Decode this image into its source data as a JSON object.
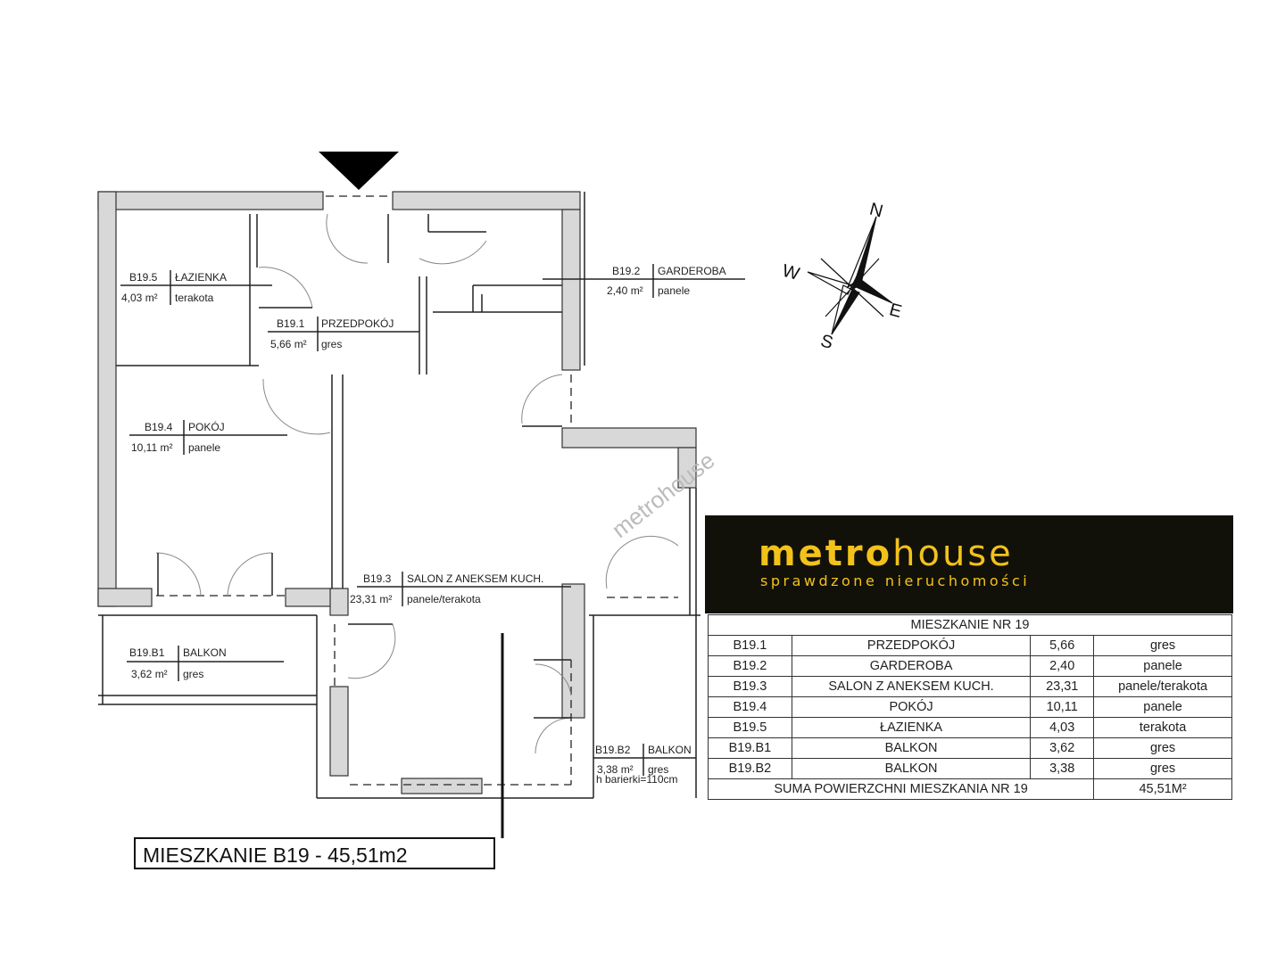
{
  "rooms": [
    {
      "id": "B19.1",
      "name": "PRZEDPOKÓJ",
      "area": "5,66 m²",
      "floor": "gres"
    },
    {
      "id": "B19.2",
      "name": "GARDEROBA",
      "area": "2,40 m²",
      "floor": "panele"
    },
    {
      "id": "B19.3",
      "name": "SALON Z ANEKSEM KUCH.",
      "area": "23,31 m²",
      "floor": "panele/terakota"
    },
    {
      "id": "B19.4",
      "name": "POKÓJ",
      "area": "10,11 m²",
      "floor": "panele"
    },
    {
      "id": "B19.5",
      "name": "ŁAZIENKA",
      "area": "4,03 m²",
      "floor": "terakota"
    },
    {
      "id": "B19.B1",
      "name": "BALKON",
      "area": "3,62 m²",
      "floor": "gres"
    },
    {
      "id": "B19.B2",
      "name": "BALKON",
      "area": "3,38 m²",
      "floor": "gres",
      "note": "h barierki=110cm"
    }
  ],
  "compass": {
    "n": "N",
    "s": "S",
    "e": "E",
    "w": "W"
  },
  "watermark": "metrohouse",
  "plan_title": "MIESZKANIE B19 - 45,51m2",
  "logo": {
    "brand_bold": "metro",
    "brand_light": "house",
    "tagline": "sprawdzone nieruchomości",
    "primary_color": "#f2c21b",
    "bg_color": "#121109"
  },
  "table": {
    "title": "MIESZKANIE NR 19",
    "rows": [
      [
        "B19.1",
        "PRZEDPOKÓJ",
        "5,66",
        "gres"
      ],
      [
        "B19.2",
        "GARDEROBA",
        "2,40",
        "panele"
      ],
      [
        "B19.3",
        "SALON Z ANEKSEM KUCH.",
        "23,31",
        "panele/terakota"
      ],
      [
        "B19.4",
        "POKÓJ",
        "10,11",
        "panele"
      ],
      [
        "B19.5",
        "ŁAZIENKA",
        "4,03",
        "terakota"
      ],
      [
        "B19.B1",
        "BALKON",
        "3,62",
        "gres"
      ],
      [
        "B19.B2",
        "BALKON",
        "3,38",
        "gres"
      ]
    ],
    "total_label": "SUMA POWIERZCHNI MIESZKANIA NR 19",
    "total_value": "45,51M²"
  }
}
